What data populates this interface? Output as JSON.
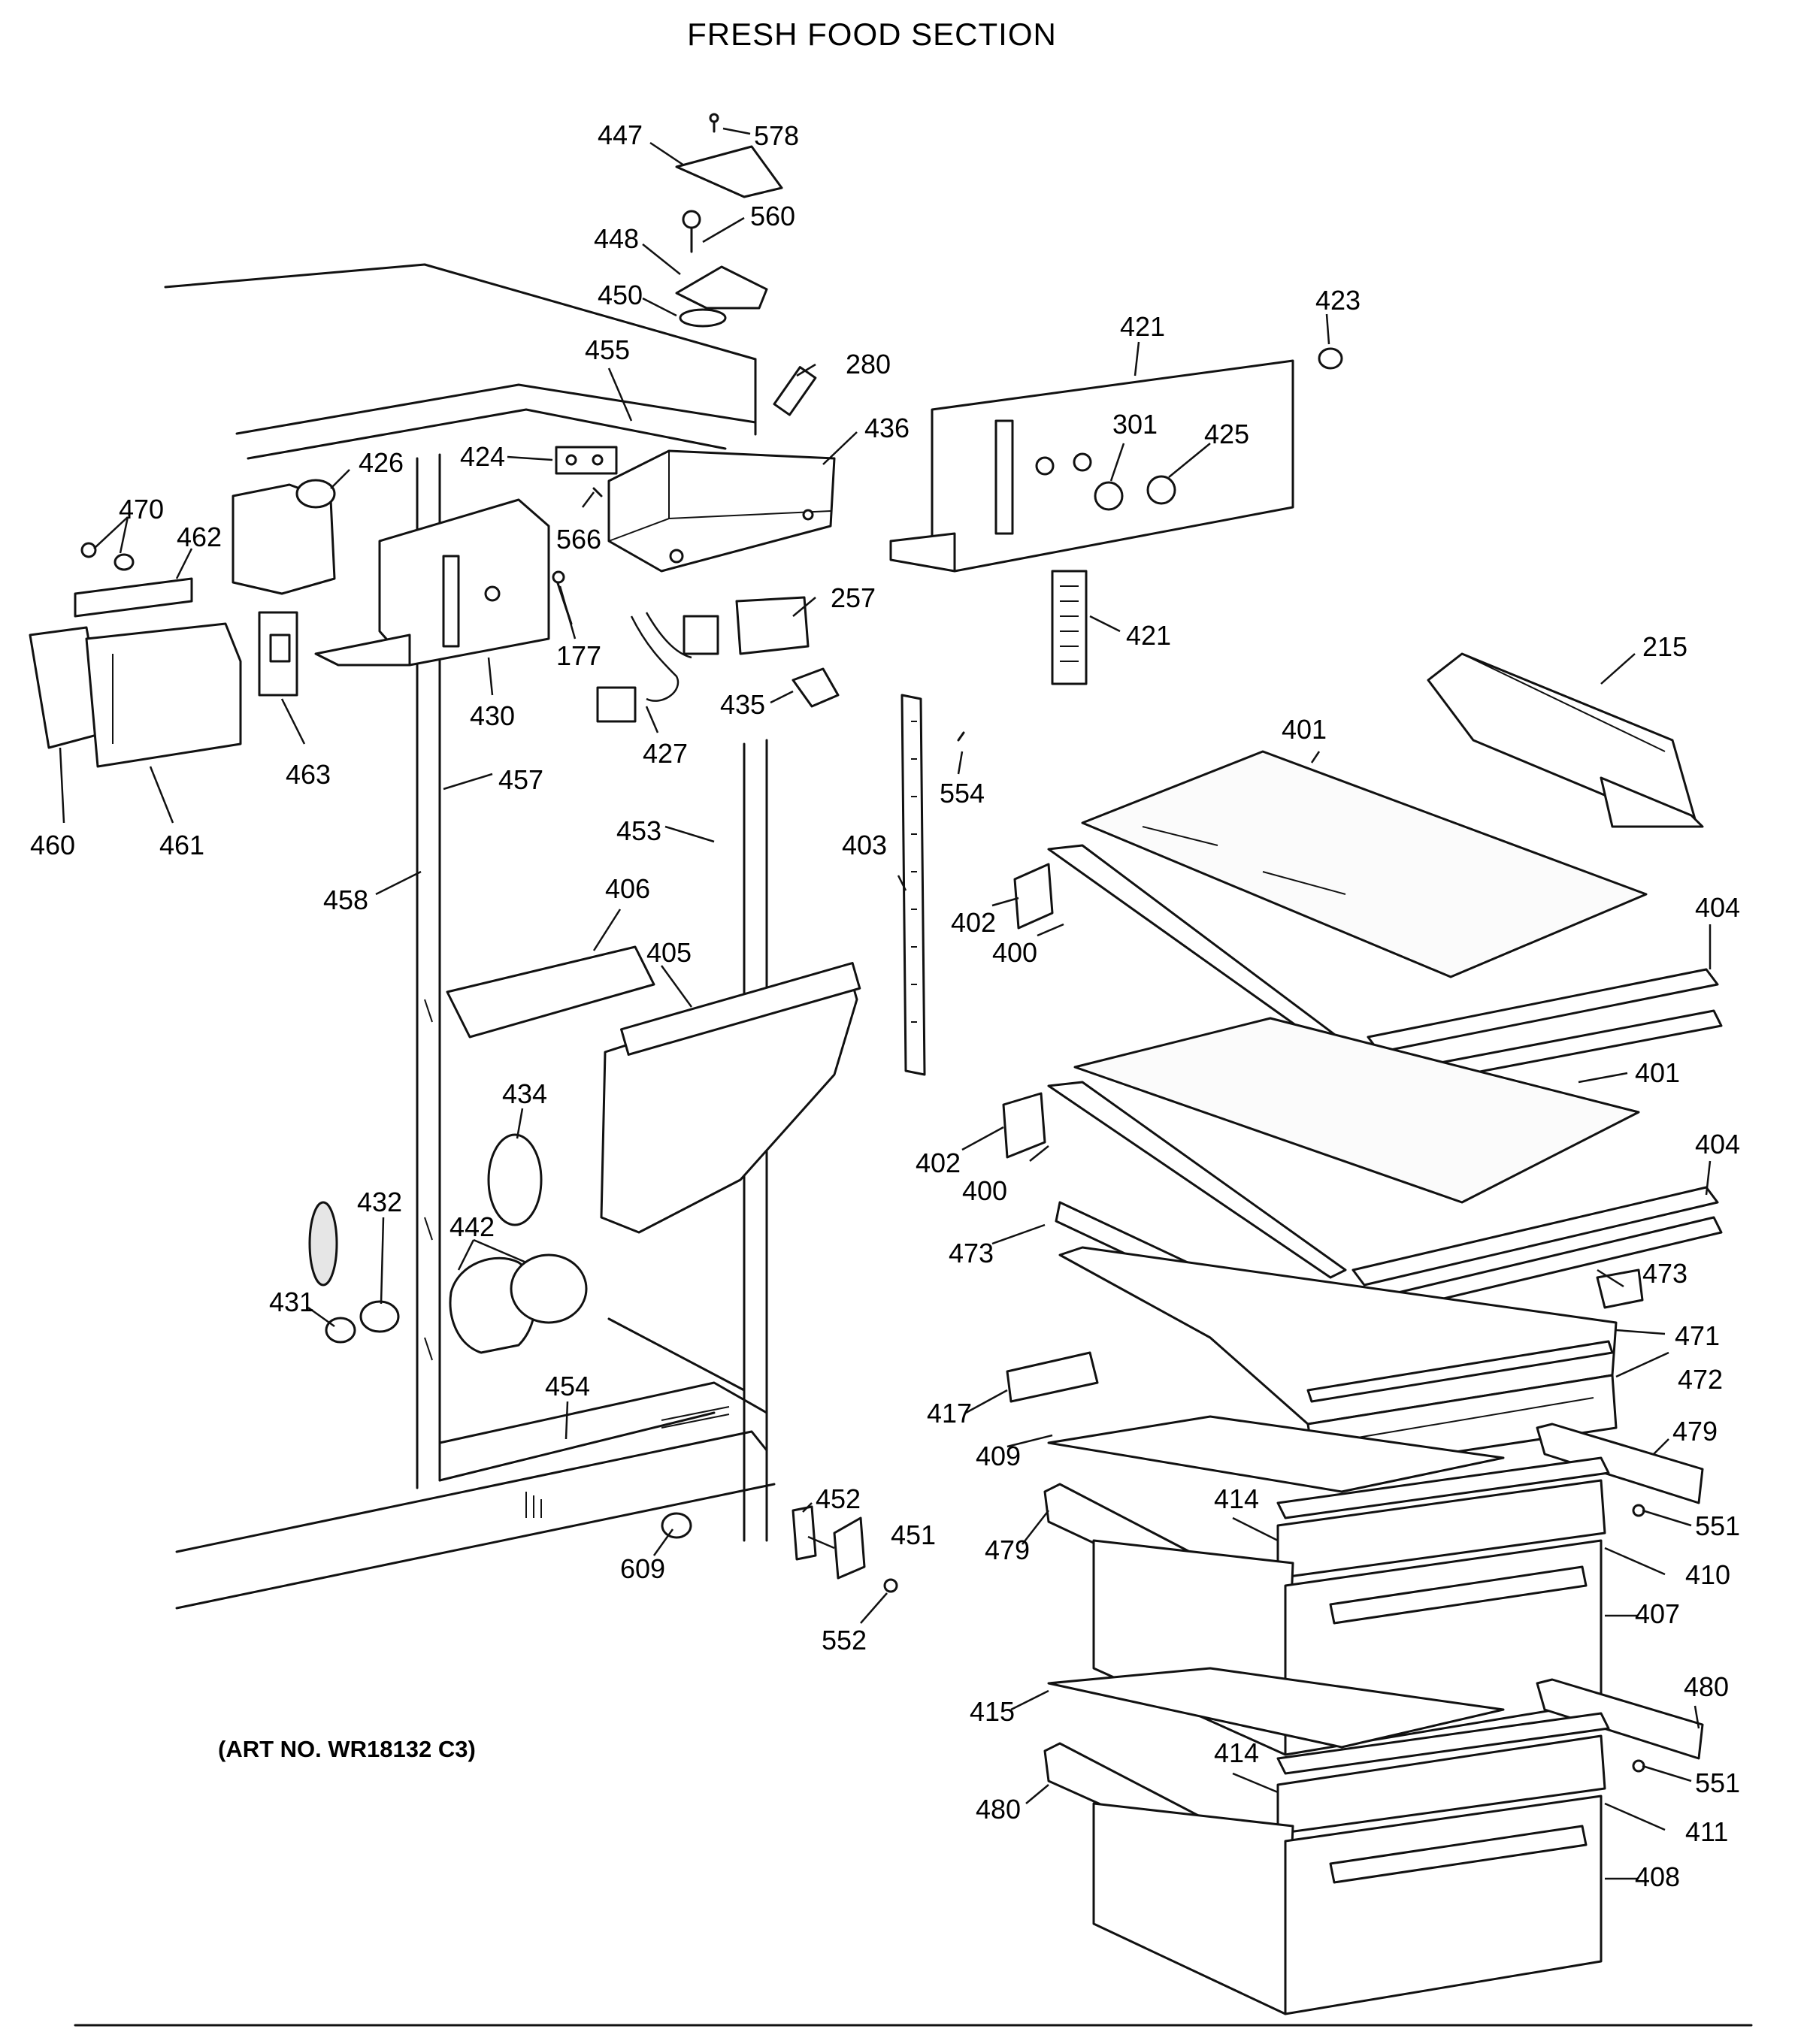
{
  "title": "FRESH FOOD SECTION",
  "art_number": "(ART NO. WR18132 C3)",
  "part_labels": [
    {
      "id": "p578",
      "text": "578"
    },
    {
      "id": "p447",
      "text": "447"
    },
    {
      "id": "p560",
      "text": "560"
    },
    {
      "id": "p448",
      "text": "448"
    },
    {
      "id": "p450",
      "text": "450"
    },
    {
      "id": "p455",
      "text": "455"
    },
    {
      "id": "p280",
      "text": "280"
    },
    {
      "id": "p421a",
      "text": "421"
    },
    {
      "id": "p423",
      "text": "423"
    },
    {
      "id": "p424",
      "text": "424"
    },
    {
      "id": "p426",
      "text": "426"
    },
    {
      "id": "p436",
      "text": "436"
    },
    {
      "id": "p301",
      "text": "301"
    },
    {
      "id": "p425",
      "text": "425"
    },
    {
      "id": "p470",
      "text": "470"
    },
    {
      "id": "p462",
      "text": "462"
    },
    {
      "id": "p566",
      "text": "566"
    },
    {
      "id": "p257",
      "text": "257"
    },
    {
      "id": "p421b",
      "text": "421"
    },
    {
      "id": "p177",
      "text": "177"
    },
    {
      "id": "p215",
      "text": "215"
    },
    {
      "id": "p430",
      "text": "430"
    },
    {
      "id": "p435",
      "text": "435"
    },
    {
      "id": "p427",
      "text": "427"
    },
    {
      "id": "p401a",
      "text": "401"
    },
    {
      "id": "p463",
      "text": "463"
    },
    {
      "id": "p457",
      "text": "457"
    },
    {
      "id": "p554",
      "text": "554"
    },
    {
      "id": "p460",
      "text": "460"
    },
    {
      "id": "p461",
      "text": "461"
    },
    {
      "id": "p453",
      "text": "453"
    },
    {
      "id": "p403",
      "text": "403"
    },
    {
      "id": "p458",
      "text": "458"
    },
    {
      "id": "p406",
      "text": "406"
    },
    {
      "id": "p404a",
      "text": "404"
    },
    {
      "id": "p402a",
      "text": "402"
    },
    {
      "id": "p405",
      "text": "405"
    },
    {
      "id": "p400a",
      "text": "400"
    },
    {
      "id": "p401b",
      "text": "401"
    },
    {
      "id": "p434",
      "text": "434"
    },
    {
      "id": "p404b",
      "text": "404"
    },
    {
      "id": "p402b",
      "text": "402"
    },
    {
      "id": "p400b",
      "text": "400"
    },
    {
      "id": "p432",
      "text": "432"
    },
    {
      "id": "p442",
      "text": "442"
    },
    {
      "id": "p473a",
      "text": "473"
    },
    {
      "id": "p473b",
      "text": "473"
    },
    {
      "id": "p431",
      "text": "431"
    },
    {
      "id": "p471",
      "text": "471"
    },
    {
      "id": "p454",
      "text": "454"
    },
    {
      "id": "p472",
      "text": "472"
    },
    {
      "id": "p417",
      "text": "417"
    },
    {
      "id": "p409",
      "text": "409"
    },
    {
      "id": "p479a",
      "text": "479"
    },
    {
      "id": "p452",
      "text": "452"
    },
    {
      "id": "p414a",
      "text": "414"
    },
    {
      "id": "p551a",
      "text": "551"
    },
    {
      "id": "p451",
      "text": "451"
    },
    {
      "id": "p479b",
      "text": "479"
    },
    {
      "id": "p609",
      "text": "609"
    },
    {
      "id": "p410",
      "text": "410"
    },
    {
      "id": "p552",
      "text": "552"
    },
    {
      "id": "p407",
      "text": "407"
    },
    {
      "id": "p480a",
      "text": "480"
    },
    {
      "id": "p415",
      "text": "415"
    },
    {
      "id": "p414b",
      "text": "414"
    },
    {
      "id": "p551b",
      "text": "551"
    },
    {
      "id": "p480b",
      "text": "480"
    },
    {
      "id": "p411",
      "text": "411"
    },
    {
      "id": "p408",
      "text": "408"
    }
  ]
}
